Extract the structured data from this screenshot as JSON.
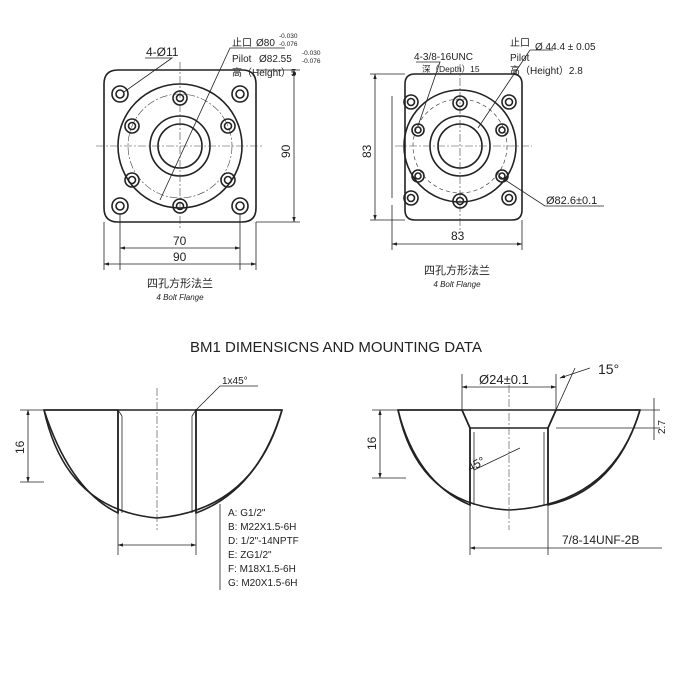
{
  "title": "BM1 DIMENSICNS AND MOUNTING DATA",
  "left_flange": {
    "bolt_callout": "4-Ø11",
    "stop_cn": "止口",
    "dia_80": "Ø80",
    "tol_80_upper": "-0.030",
    "tol_80_lower": "-0.076",
    "pilot": "Pilot",
    "dia_8255": "Ø82.55",
    "tol_8255_upper": "-0.030",
    "tol_8255_lower": "-0.076",
    "height_label": "高（Height）5",
    "dim_90_vertical": "90",
    "dim_70": "70",
    "dim_90_horizontal": "90",
    "caption_cn": "四孔方形法兰",
    "caption_en": "4 Bolt Flange"
  },
  "right_flange": {
    "thread_callout": "4-3/8-16UNC",
    "depth_label": "深（Depth）15",
    "stop_cn": "止口",
    "dia_444": "Ø 44.4 ± 0.05",
    "pilot": "Pilot",
    "height_label": "高（Height）2.8",
    "dim_83_vertical": "83",
    "dim_83_horizontal": "83",
    "dia_826": "Ø82.6±0.1",
    "caption_cn": "四孔方形法兰",
    "caption_en": "4 Bolt Flange"
  },
  "left_section": {
    "chamfer": "1x45°",
    "dim_16": "16",
    "port_options": [
      "A:  G1/2\"",
      "B:  M22X1.5-6H",
      "D:  1/2\"-14NPTF",
      "E:   ZG1/2\"",
      "F:  M18X1.5-6H",
      "G:  M20X1.5-6H"
    ]
  },
  "right_section": {
    "angle_15": "15°",
    "dia_24": "Ø24±0.1",
    "dim_27": "2.7",
    "dim_16": "16",
    "angle_45": "45°",
    "thread": "7/8-14UNF-2B"
  }
}
